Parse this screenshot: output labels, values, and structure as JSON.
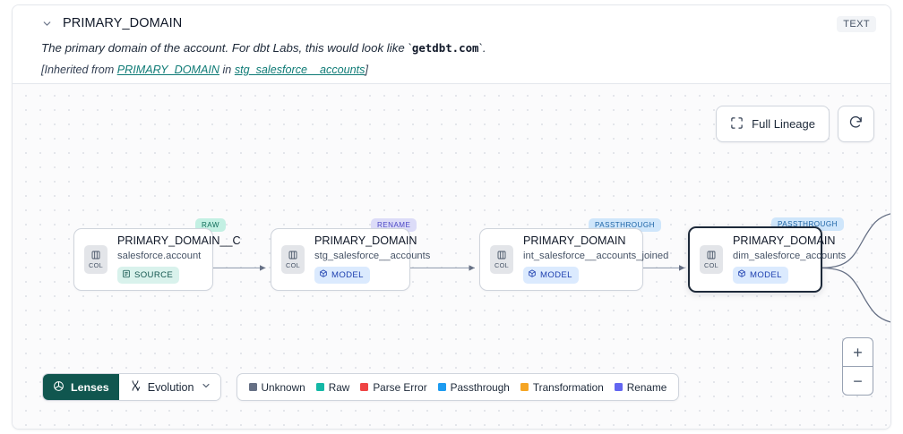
{
  "header": {
    "chevron_icon": "chevron-down-icon",
    "title": "PRIMARY_DOMAIN",
    "type_tag": "TEXT",
    "description_prefix": "The primary domain of the account. For dbt Labs, this would look like `",
    "description_code": "getdbt.com",
    "description_suffix": "`.",
    "inherit_open": "[Inherited from ",
    "inherit_link_column": "PRIMARY_DOMAIN",
    "inherit_mid": " in ",
    "inherit_link_table": "stg_salesforce__accounts",
    "inherit_close": "]"
  },
  "controls": {
    "full_lineage_label": "Full Lineage",
    "full_lineage_icon": "expand-icon",
    "refresh_icon": "refresh-icon",
    "zoom_in_label": "+",
    "zoom_out_label": "−"
  },
  "graph": {
    "nodes": [
      {
        "pill": "RAW",
        "pill_kind": "raw",
        "col_chip_label": "COL",
        "column": "PRIMARY_DOMAIN__C",
        "table": "salesforce.account",
        "badge": "SOURCE",
        "badge_kind": "source",
        "badge_icon": "database-icon",
        "selected": false
      },
      {
        "pill": "RENAME",
        "pill_kind": "ren",
        "col_chip_label": "COL",
        "column": "PRIMARY_DOMAIN",
        "table": "stg_salesforce__accounts",
        "badge": "MODEL",
        "badge_kind": "model",
        "badge_icon": "cube-icon",
        "selected": false
      },
      {
        "pill": "PASSTHROUGH",
        "pill_kind": "pass",
        "col_chip_label": "COL",
        "column": "PRIMARY_DOMAIN",
        "table": "int_salesforce__accounts_joined",
        "badge": "MODEL",
        "badge_kind": "model",
        "badge_icon": "cube-icon",
        "selected": false
      },
      {
        "pill": "PASSTHROUGH",
        "pill_kind": "pass",
        "col_chip_label": "COL",
        "column": "PRIMARY_DOMAIN",
        "table": "dim_salesforce_accounts",
        "badge": "MODEL",
        "badge_kind": "model",
        "badge_icon": "cube-icon",
        "selected": true
      }
    ]
  },
  "bottombar": {
    "lenses_label": "Lenses",
    "lenses_icon": "aperture-icon",
    "evolution_label": "Evolution",
    "evolution_icon": "evolution-icon",
    "evolution_caret_icon": "chevron-down-icon",
    "legend": [
      {
        "label": "Unknown",
        "color": "#667085"
      },
      {
        "label": "Raw",
        "color": "#14b8a6"
      },
      {
        "label": "Parse Error",
        "color": "#ef4444"
      },
      {
        "label": "Passthrough",
        "color": "#1d9bf0"
      },
      {
        "label": "Transformation",
        "color": "#f5a524"
      },
      {
        "label": "Rename",
        "color": "#6366f1"
      }
    ]
  }
}
